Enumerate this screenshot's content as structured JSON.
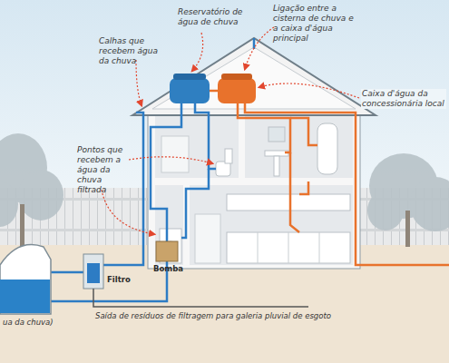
{
  "diagram": {
    "labels": [
      "Reservatório de água de chuva",
      "Ligação entre a cisterna de chuva e a caixa d'água principal",
      "Calhas que recebem água da chuva",
      "Caixa d'água da concessionária local",
      "Pontos que recebem a água da chuva filtrada",
      "Bomba",
      "Filtro",
      "ua da chuva)",
      "Saída de resíduos de filtragem para galeria pluvial de esgoto"
    ]
  }
}
